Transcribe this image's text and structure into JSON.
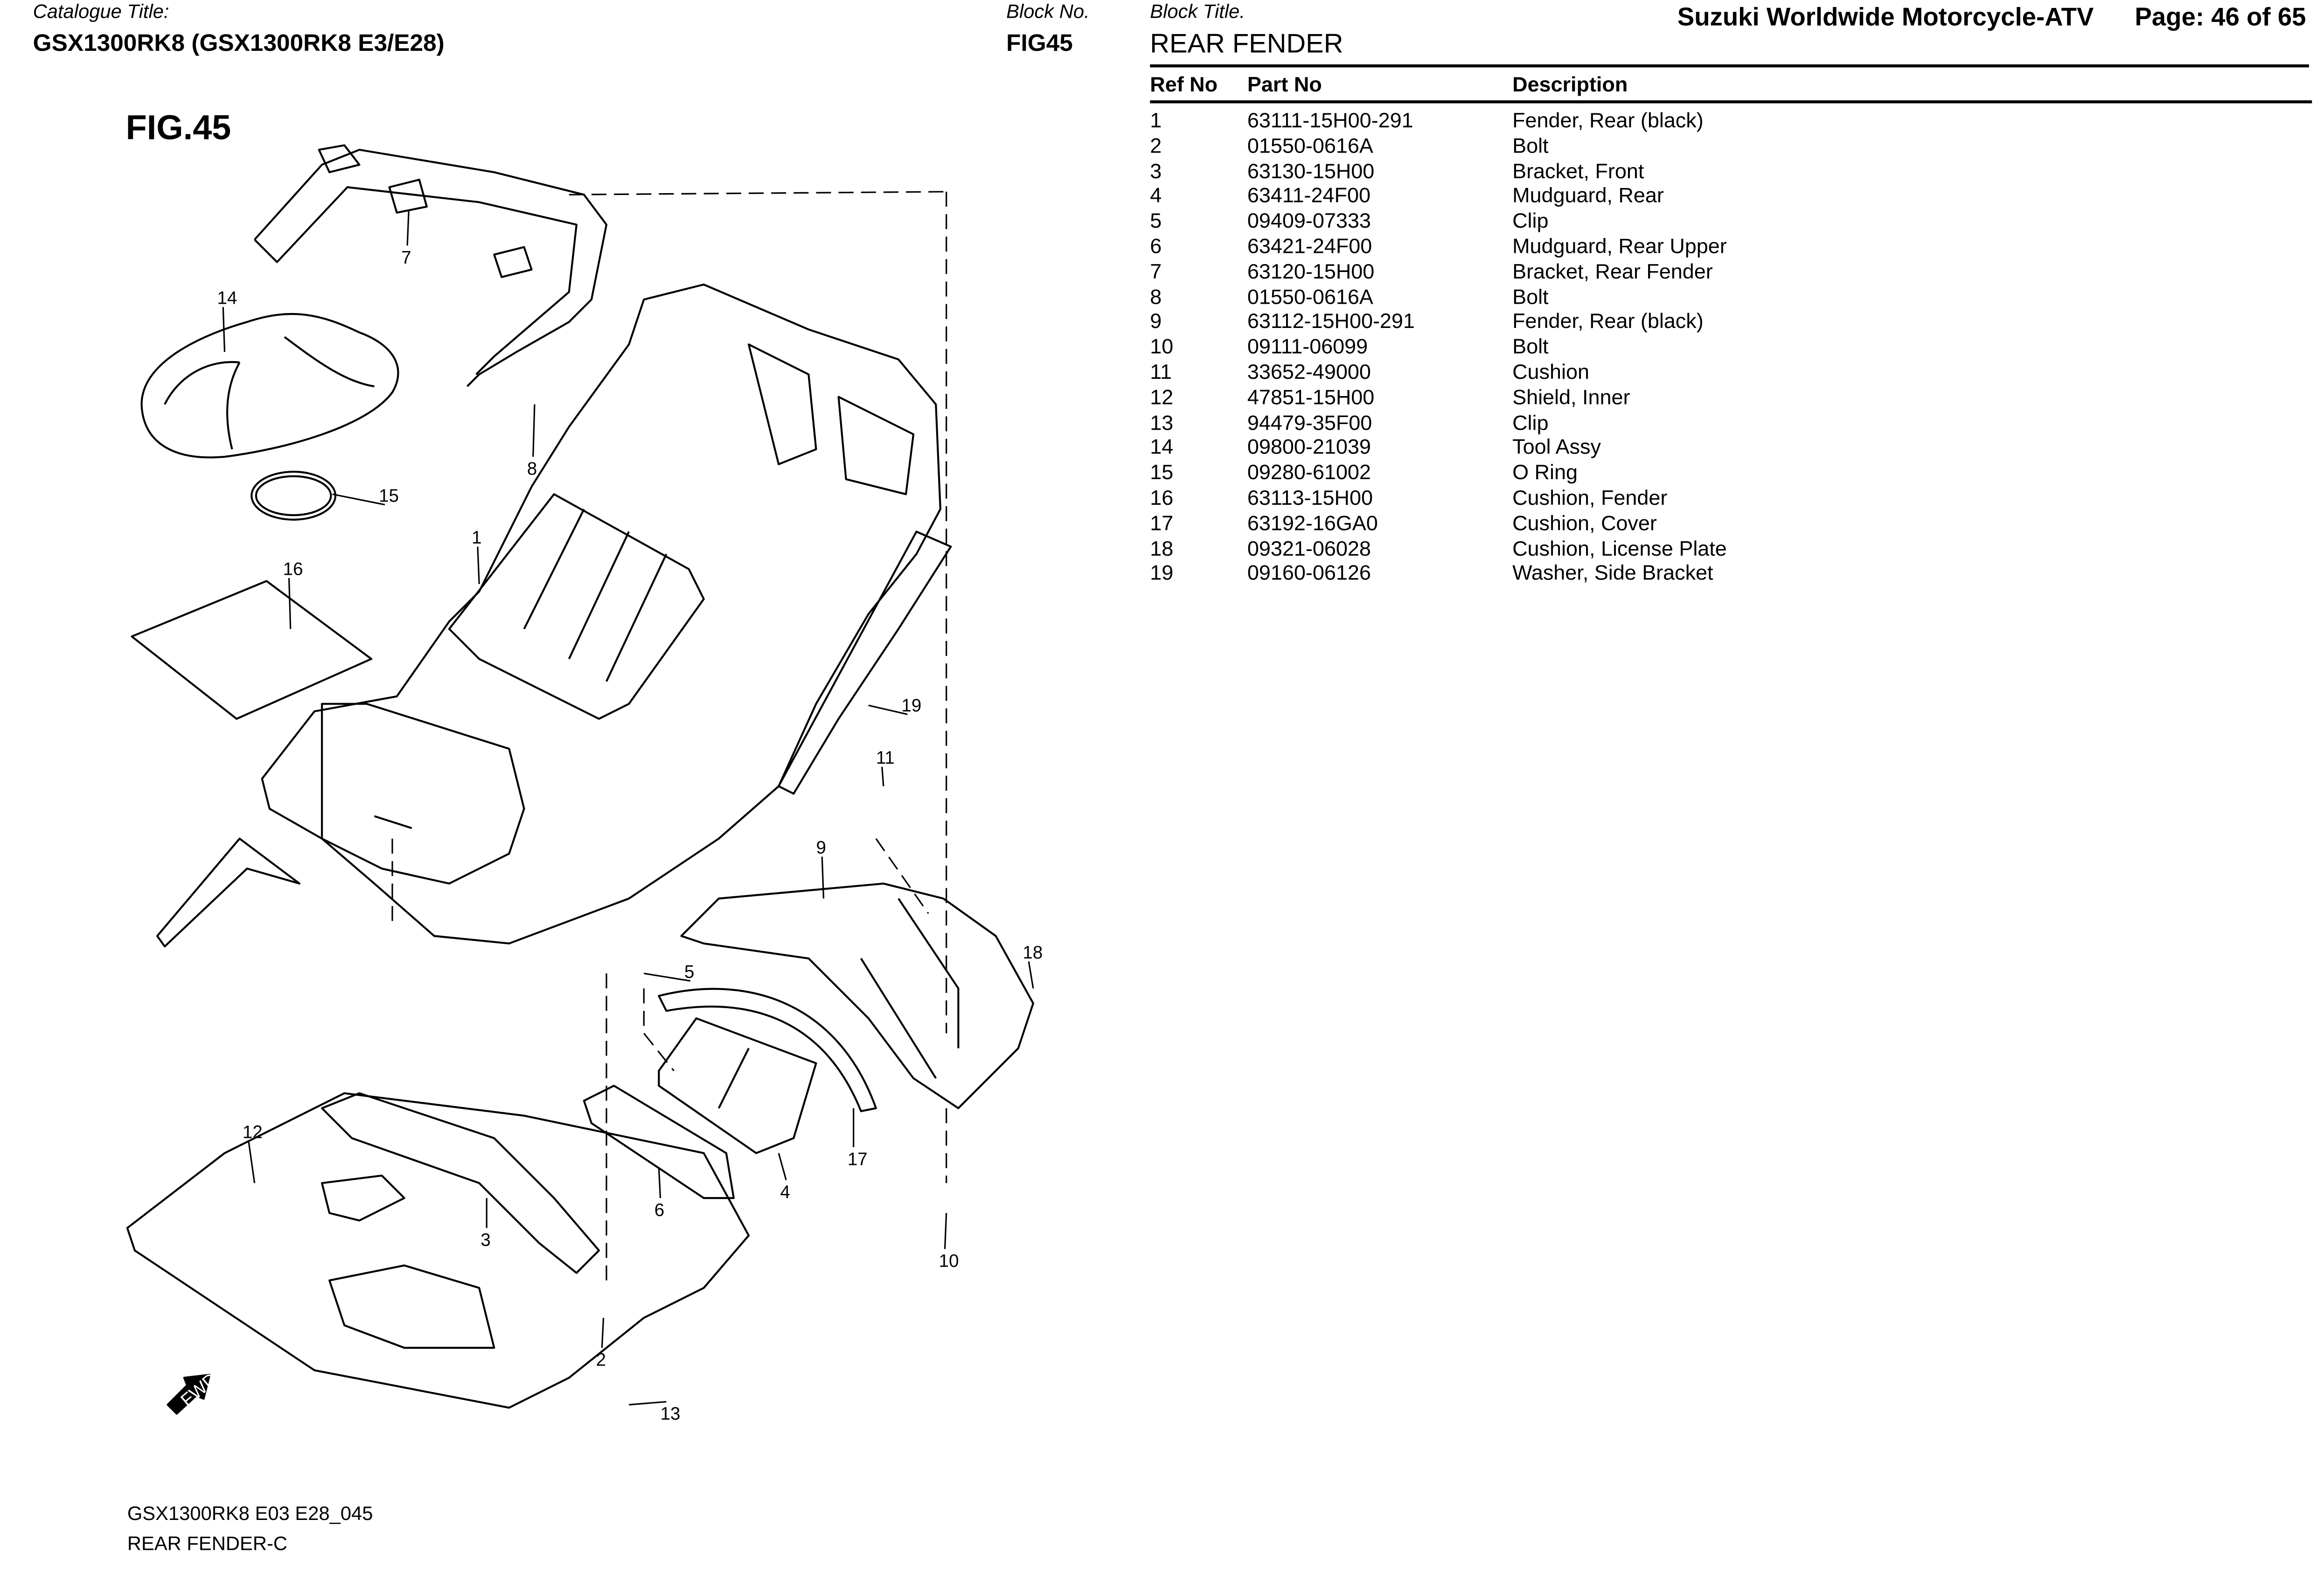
{
  "header": {
    "catalogue_label": "Catalogue Title:",
    "catalogue_title": "GSX1300RK8 (GSX1300RK8 E3/E28)",
    "block_no_label": "Block No.",
    "block_no": "FIG45",
    "block_title_label": "Block Title.",
    "block_title": "REAR FENDER",
    "publisher": "Suzuki Worldwide Motorcycle-ATV",
    "page": "Page: 46 of 65"
  },
  "table": {
    "columns": [
      "Ref No",
      "Part No",
      "Description"
    ],
    "rows": [
      [
        "1",
        "63111-15H00-291",
        "Fender, Rear (black)"
      ],
      [
        "2",
        "01550-0616A",
        "Bolt"
      ],
      [
        "3",
        "63130-15H00",
        "Bracket, Front"
      ],
      [
        "4",
        "63411-24F00",
        "Mudguard, Rear"
      ],
      [
        "5",
        "09409-07333",
        "Clip"
      ],
      [
        "6",
        "63421-24F00",
        "Mudguard, Rear Upper"
      ],
      [
        "7",
        "63120-15H00",
        "Bracket, Rear Fender"
      ],
      [
        "8",
        "01550-0616A",
        "Bolt"
      ],
      [
        "9",
        "63112-15H00-291",
        "Fender, Rear (black)"
      ],
      [
        "10",
        "09111-06099",
        "Bolt"
      ],
      [
        "11",
        "33652-49000",
        "Cushion"
      ],
      [
        "12",
        "47851-15H00",
        "Shield, Inner"
      ],
      [
        "13",
        "94479-35F00",
        "Clip"
      ],
      [
        "14",
        "09800-21039",
        "Tool Assy"
      ],
      [
        "15",
        "09280-61002",
        "O Ring"
      ],
      [
        "16",
        "63113-15H00",
        "Cushion, Fender"
      ],
      [
        "17",
        "63192-16GA0",
        "Cushion, Cover"
      ],
      [
        "18",
        "09321-06028",
        "Cushion, License Plate"
      ],
      [
        "19",
        "09160-06126",
        "Washer, Side Bracket"
      ]
    ]
  },
  "figure": {
    "title": "FIG.45",
    "callouts": [
      "7",
      "14",
      "8",
      "15",
      "1",
      "16",
      "19",
      "11",
      "9",
      "18",
      "5",
      "12",
      "3",
      "6",
      "4",
      "17",
      "10",
      "2",
      "13"
    ],
    "fwd_label": "FWD"
  },
  "footer": {
    "line1": "GSX1300RK8 E03 E28_045",
    "line2": "REAR FENDER-C"
  }
}
